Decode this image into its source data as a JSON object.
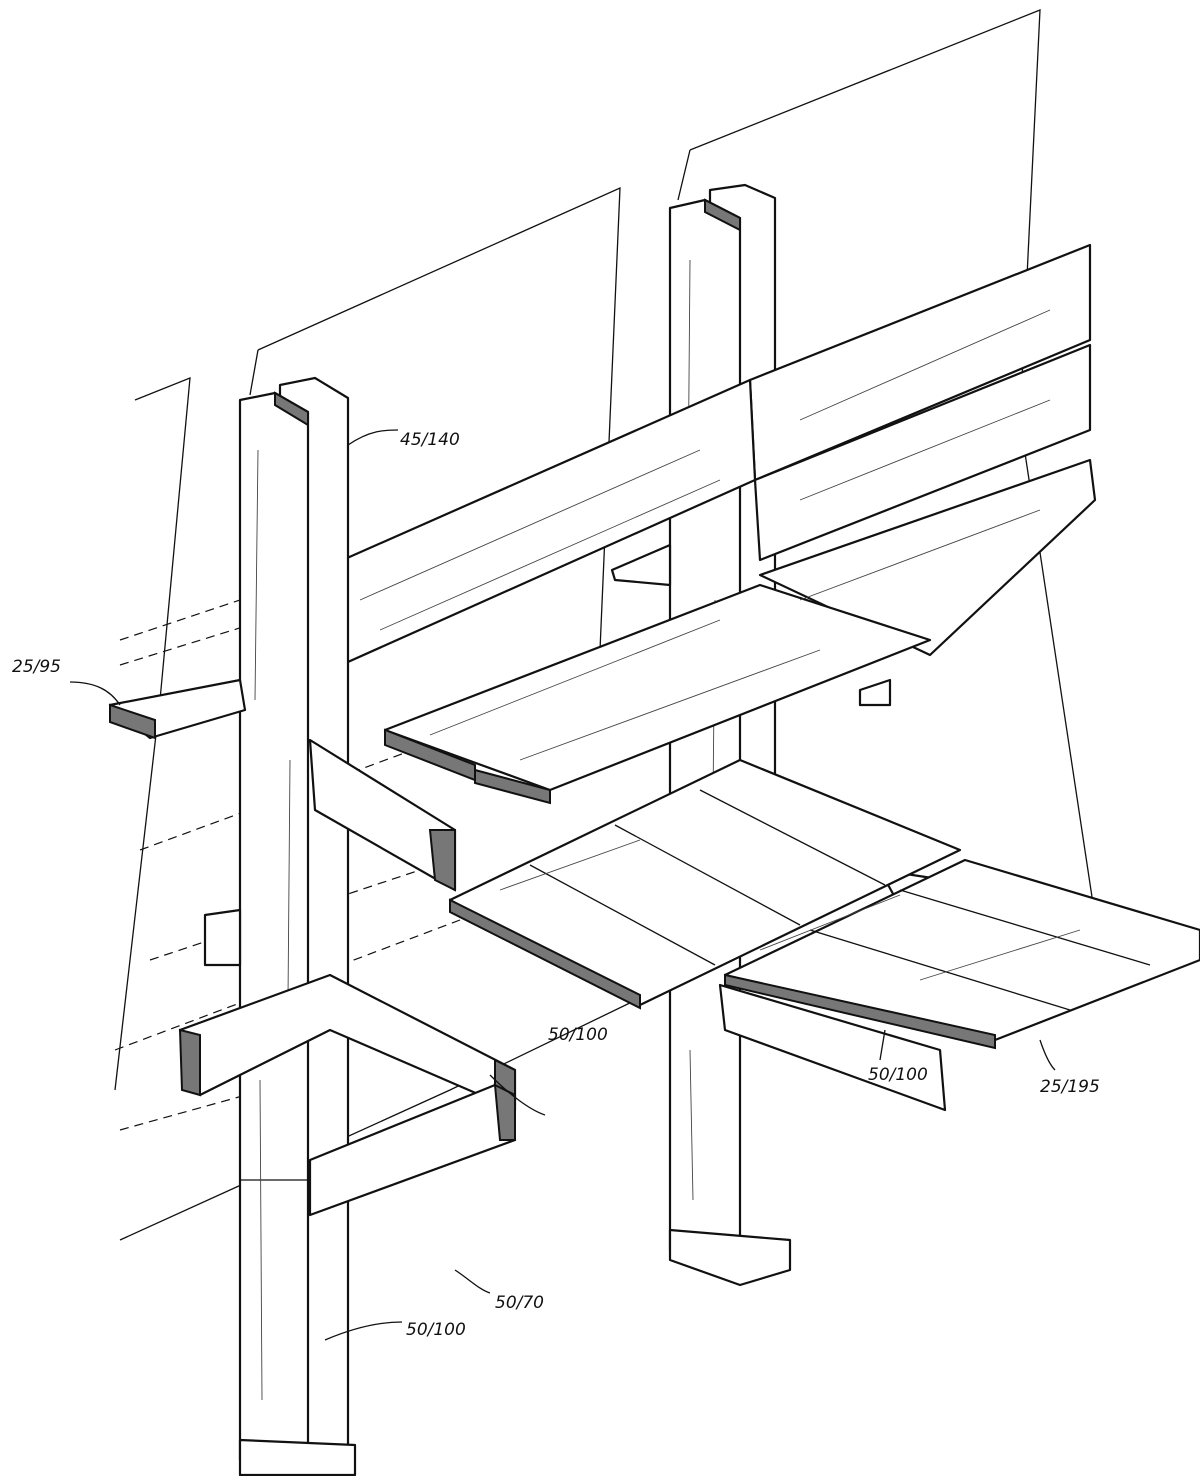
{
  "drawing": {
    "labels": {
      "post_top": "45/140",
      "left_board": "25/95",
      "beam_front": "50/100",
      "beam_right": "50/100",
      "floor_board": "25/195",
      "bracket_low": "50/70",
      "post_low": "50/100"
    }
  }
}
